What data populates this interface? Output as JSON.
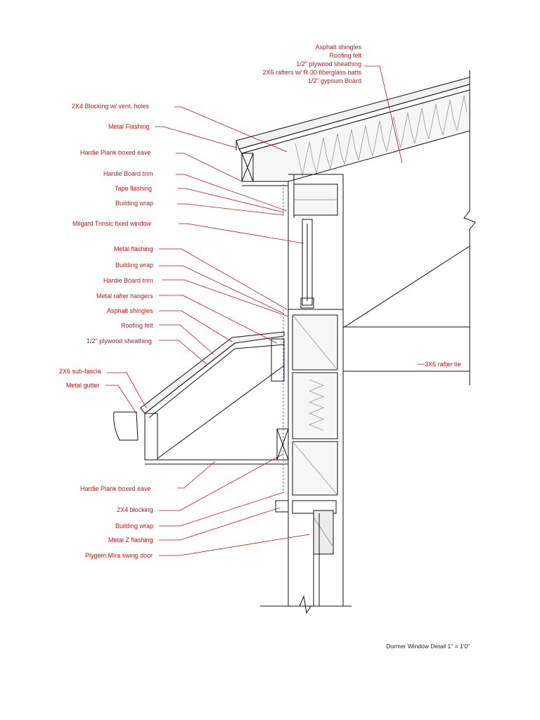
{
  "labels": {
    "roof_stack": [
      "Asphalt shingles",
      "Roofing felt",
      "1/2\" plywood sheathing",
      "2X6 rafters w/ R-30 fiberglass batts",
      "1/2\" gypsum Board"
    ],
    "left": [
      "2X4 Blocking w/ vent. holes",
      "Metal Flashing",
      "Hardie Plank boxed eave",
      "Hardie Board trim",
      "Tape flashing",
      "Building wrap",
      "Milgard Trinsic fixed window",
      "Metal flashing",
      "Building wrap",
      "Hardie Board trim",
      "Metal rafter hangers",
      "Asphalt shingles",
      "Roofing felt",
      "1/2\" plywood sheathing",
      "2X6 sub-fascia",
      "Metal gutter",
      "Hardie Plank boxed eave",
      "2X4 blocking",
      "Building wrap",
      "Metal Z flashing",
      "Plygem Mira swing door"
    ],
    "right": "3X6 rafter tie"
  },
  "caption": "Dormer Window Detail   1\" = 1'0\"",
  "colors": {
    "leader": "#c0161c",
    "line": "#111111",
    "batt": "#bbbbbb"
  }
}
